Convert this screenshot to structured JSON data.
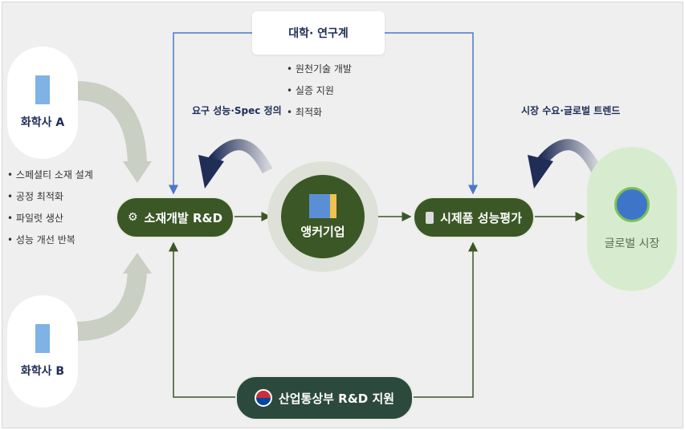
{
  "university": {
    "title": "대학· 연구계",
    "bullets": [
      "원천기술 개발",
      "실증 지원",
      "최적화"
    ]
  },
  "company_a": {
    "label": "화학사 A"
  },
  "company_b": {
    "label": "화학사 B"
  },
  "company_bullets": [
    "스페셜티 소재 설계",
    "공정 최적화",
    "파일럿 생산",
    "성능 개선 반복"
  ],
  "rnd": {
    "label": "소재개발 R&D"
  },
  "anchor": {
    "label": "앵커기업"
  },
  "prototype": {
    "label": "시제품 성능평가"
  },
  "market": {
    "label": "글로벌 시장"
  },
  "ministry": {
    "label": "산업통상부 R&D 지원"
  },
  "feedback_spec": "요구 성능·Spec 정의",
  "feedback_market": "시장 수요·글로벌 트렌드",
  "colors": {
    "green": "#3b5726",
    "navy": "#1f2d57",
    "blue_line": "#4a78c8",
    "ministry": "#2b4a3d"
  }
}
